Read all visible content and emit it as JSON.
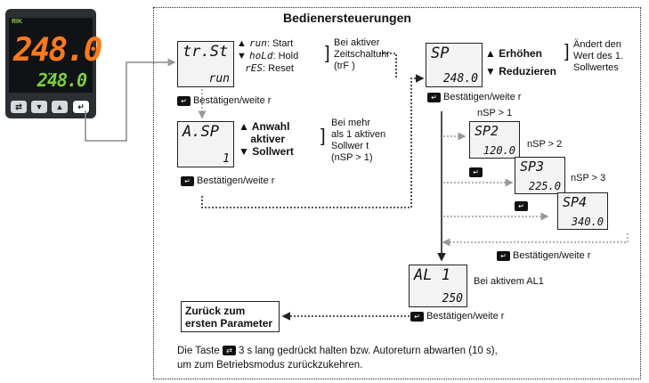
{
  "title": "Bedienersteuerungen",
  "device": {
    "brand": "RIK",
    "main_value": "248.0",
    "sub_value": "248.0",
    "buttons": [
      "⇄",
      "▼",
      "▲",
      "↵"
    ]
  },
  "trst": {
    "top": "tr.St",
    "bottom": "run",
    "items": [
      {
        "code": "run",
        "label": ": Start"
      },
      {
        "code": "hoLd",
        "label": ": Hold"
      },
      {
        "code": "rES",
        "label": ": Reset"
      }
    ],
    "note_lines": [
      "Bei aktiver",
      "Zeitschaltuhr",
      "(trF )"
    ]
  },
  "asp": {
    "top": "A.SP",
    "bottom": "1",
    "labels": [
      "Anwahl",
      "aktiver",
      "Sollwert"
    ],
    "note_lines": [
      "Bei mehr",
      "als 1 aktiven",
      "Sollwer t",
      "(nSP > 1)"
    ]
  },
  "sp": {
    "top": "SP",
    "bottom": "248.0",
    "up_label": "Erhöhen",
    "down_label": "Reduzieren",
    "note_lines": [
      "Ändert den",
      "Wert des 1.",
      "Sollwertes"
    ]
  },
  "sp2": {
    "top": "SP2",
    "bottom": "120.0",
    "cond": "nSP > 1"
  },
  "sp3": {
    "top": "SP3",
    "bottom": "225.0",
    "cond": "nSP > 2"
  },
  "sp4": {
    "top": "SP4",
    "bottom": "340.0",
    "cond": "nSP > 3"
  },
  "al1": {
    "top": "AL 1",
    "bottom": "250",
    "note": "Bei aktivem AL1"
  },
  "confirm_label": "Bestätigen/weite r",
  "back_box": [
    "Zurück zum",
    "ersten Parameter"
  ],
  "footer": [
    "Die Taste",
    "3 s lang gedrückt halten bzw. Autoreturn  abwarten (10 s),",
    "um zum Betriebsmodus zurückzukehren."
  ]
}
